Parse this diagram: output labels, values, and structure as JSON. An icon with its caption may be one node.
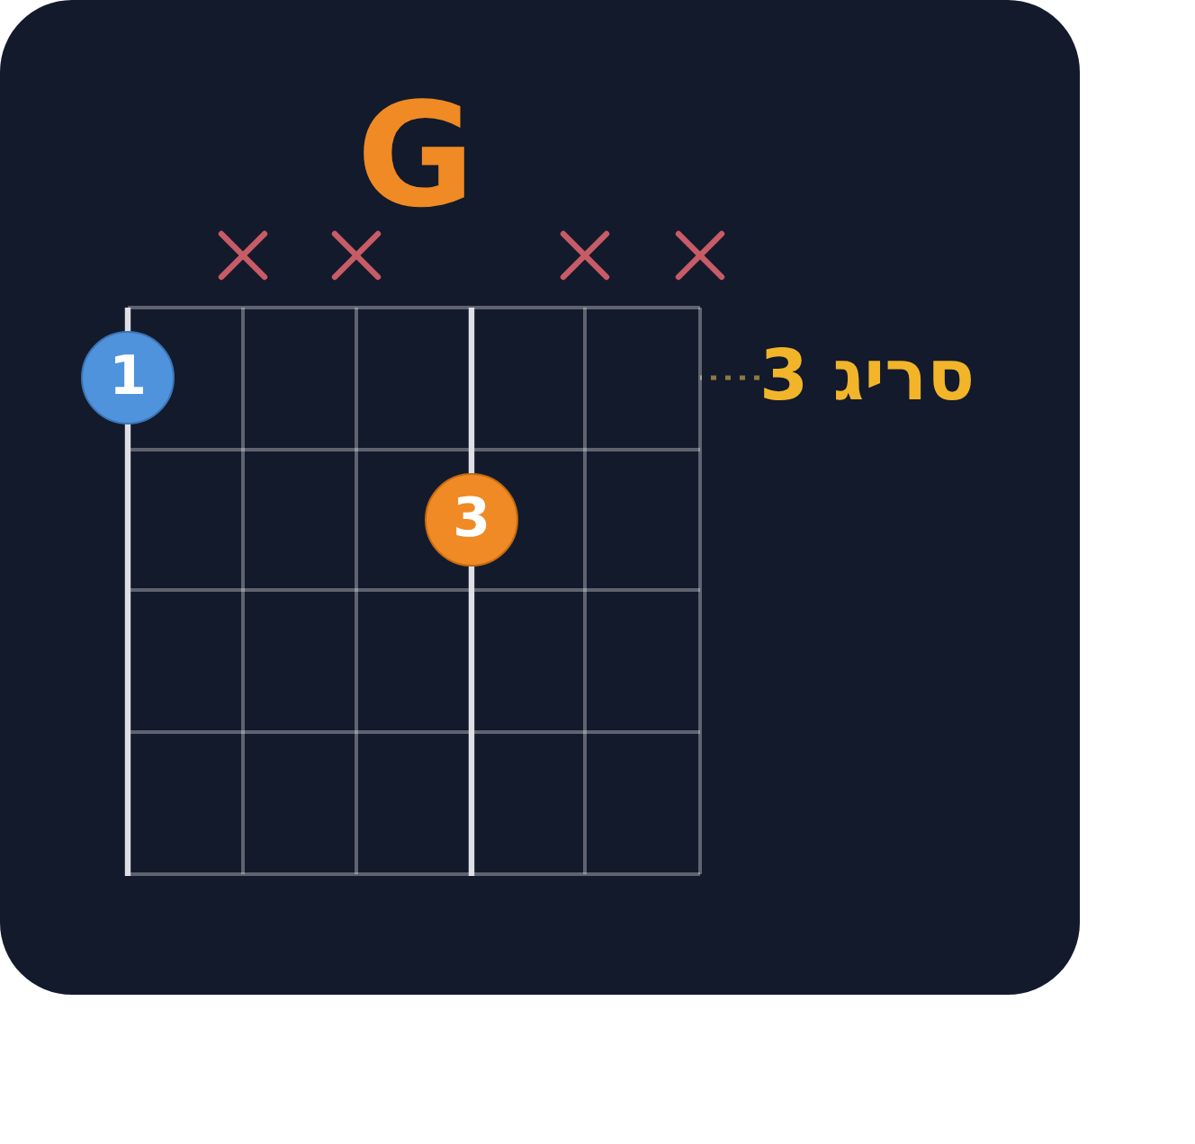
{
  "diagram": {
    "title": "G",
    "nodes": [
      {
        "text": [],
        "shape": "grid"
      },
      {
        "text": [
          "1"
        ]
      },
      {
        "text": [
          "סריג 3"
        ]
      },
      {
        "text": [
          "3"
        ],
        "in": 0
      }
    ],
    "edges": [
      {
        "from": 2,
        "to": 0,
        "arrow": "none",
        "style": "dashed",
        "color": "#8c7a3e"
      }
    ]
  }
}
